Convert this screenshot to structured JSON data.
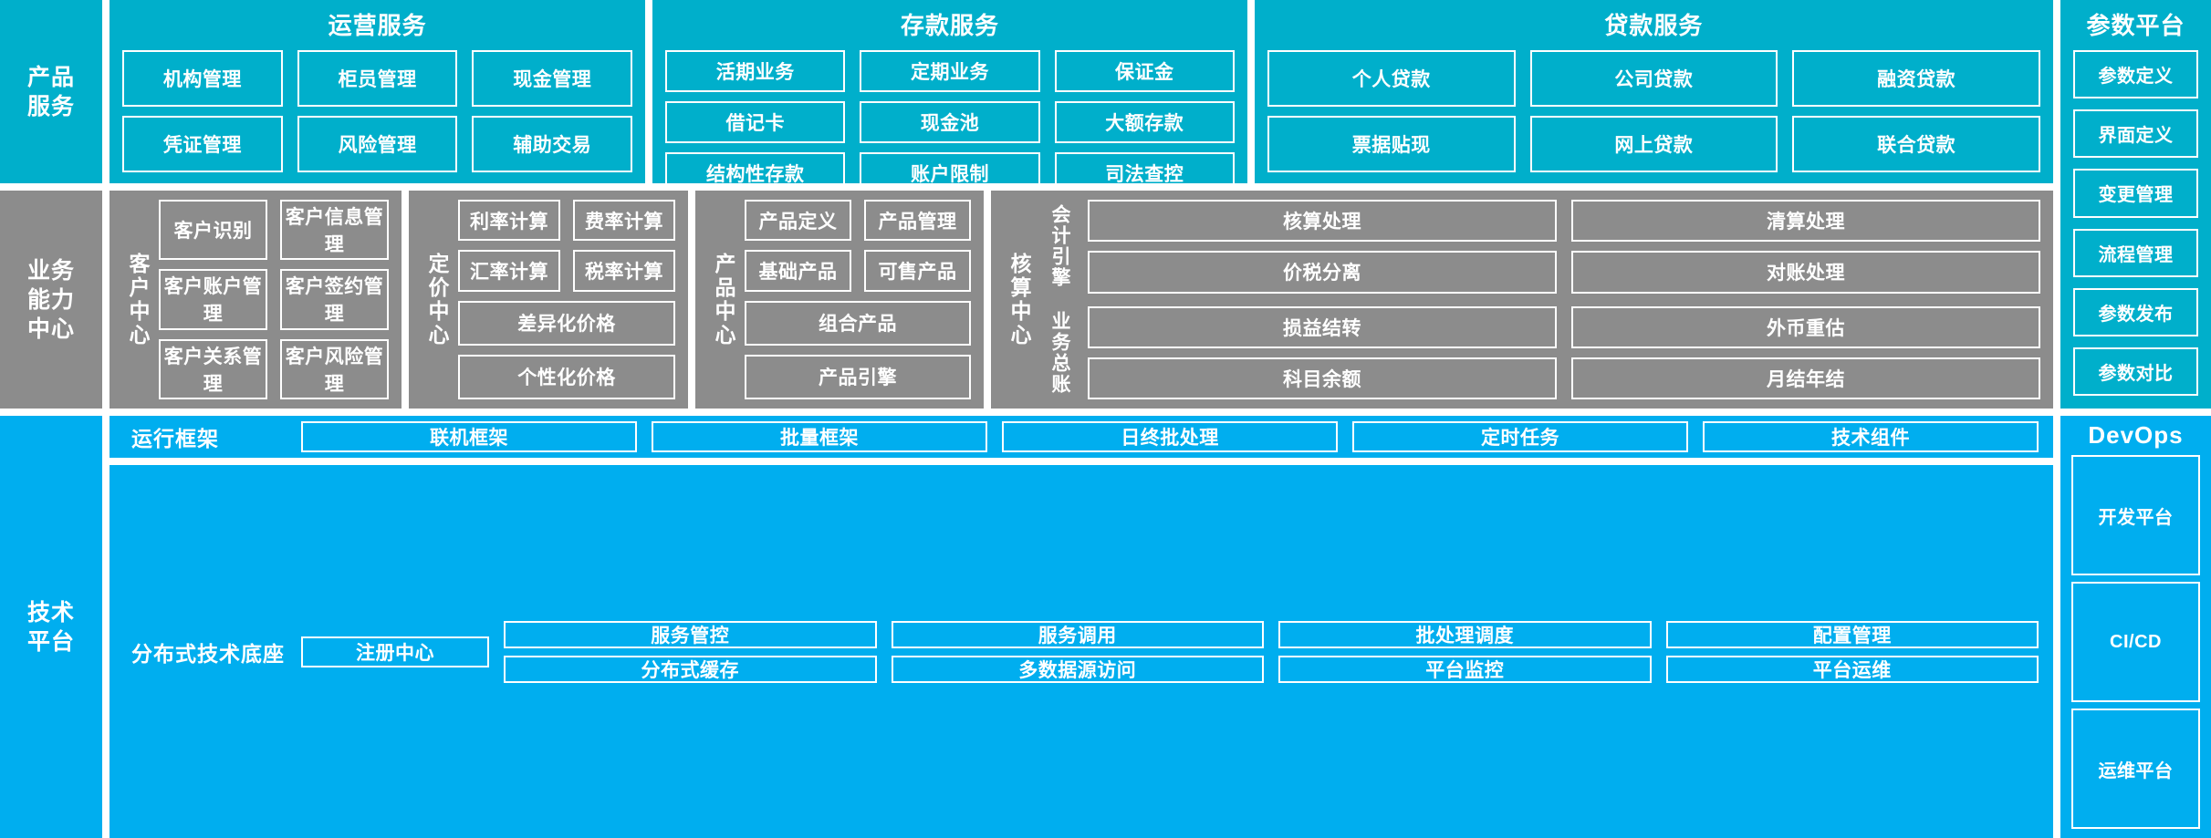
{
  "rows": {
    "product_services": {
      "spine_label": "产品\n服务",
      "panels": [
        {
          "title": "运营服务",
          "items": [
            "机构管理",
            "柜员管理",
            "现金管理",
            "凭证管理",
            "风险管理",
            "辅助交易"
          ]
        },
        {
          "title": "存款服务",
          "items": [
            "活期业务",
            "定期业务",
            "保证金",
            "借记卡",
            "现金池",
            "大额存款",
            "结构性存款",
            "账户限制",
            "司法查控"
          ]
        },
        {
          "title": "贷款服务",
          "items": [
            "个人贷款",
            "公司贷款",
            "融资贷款",
            "票据贴现",
            "网上贷款",
            "联合贷款"
          ]
        }
      ]
    },
    "business_capability": {
      "spine_label": "业务\n能力\n中心",
      "centers": [
        {
          "vlabel": "客户中心",
          "pairs": [
            [
              "客户识别",
              "客户信息管理"
            ],
            [
              "客户账户管理",
              "客户签约管理"
            ],
            [
              "客户关系管理",
              "客户风险管理"
            ]
          ]
        },
        {
          "vlabel": "定价中心",
          "pairs": [
            [
              "利率计算",
              "费率计算"
            ],
            [
              "汇率计算",
              "税率计算"
            ]
          ],
          "wide": [
            "差异化价格",
            "个性化价格"
          ]
        },
        {
          "vlabel": "产品中心",
          "pairs": [
            [
              "产品定义",
              "产品管理"
            ],
            [
              "基础产品",
              "可售产品"
            ]
          ],
          "wide": [
            "组合产品",
            "产品引擎"
          ]
        },
        {
          "vlabel": "核算中心",
          "sub_sections": [
            {
              "vlabel": "会计引擎",
              "items": [
                "核算处理",
                "清算处理",
                "价税分离",
                "对账处理"
              ]
            },
            {
              "vlabel": "业务总账",
              "items": [
                "损益结转",
                "外币重估",
                "科目余额",
                "月结年结"
              ]
            }
          ]
        }
      ]
    },
    "technology_platform": {
      "spine_label": "技术\n平台",
      "bands": [
        {
          "label": "运行框架",
          "items": [
            "联机框架",
            "批量框架",
            "日终批处理",
            "定时任务",
            "技术组件"
          ]
        },
        {
          "label": "分布式技术底座",
          "registry": "注册中心",
          "columns": [
            [
              "服务管控",
              "分布式缓存"
            ],
            [
              "服务调用",
              "多数据源访问"
            ],
            [
              "批处理调度",
              "平台监控"
            ],
            [
              "配置管理",
              "平台运维"
            ]
          ]
        }
      ]
    }
  },
  "right_column": {
    "parameter_platform": {
      "title": "参数平台",
      "items": [
        "参数定义",
        "界面定义",
        "变更管理",
        "流程管理",
        "参数发布",
        "参数对比"
      ]
    },
    "devops": {
      "title": "DevOps",
      "items": [
        "开发平台",
        "CI/CD",
        "运维平台"
      ]
    }
  },
  "colors": {
    "teal": "#00AFCB",
    "gray": "#8C8C8C",
    "bright_blue": "#00AEEF",
    "border": "#FFFFFF"
  }
}
